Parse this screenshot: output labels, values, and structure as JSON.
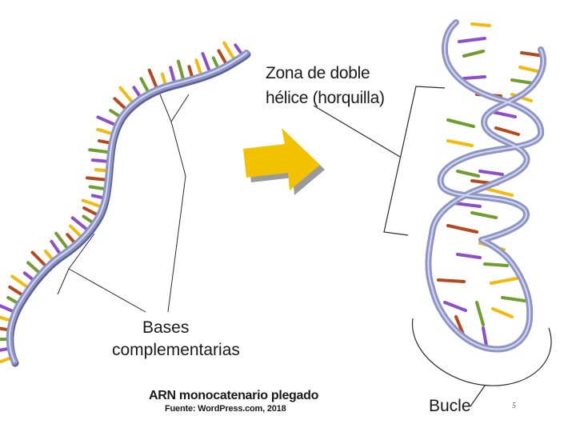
{
  "labels": {
    "zona_line1": "Zona de doble",
    "zona_line2": "hélice (horquilla)",
    "bases_line1": "Bases",
    "bases_line2": "complementarias",
    "caption": "ARN monocatenario plegado",
    "source": "Fuente: WordPress.com, 2018",
    "bucle": "Bucle",
    "page_number": "5"
  },
  "colors": {
    "backbone": "#8f96c6",
    "backbone_dark": "#5c6296",
    "arrow": "#f2c200",
    "arrow_shadow": "#9a9a9a",
    "bases": [
      "#f3b90c",
      "#8e4ec6",
      "#6f9e2e",
      "#b4491f"
    ],
    "pointer_lines": "#2b2b2b"
  },
  "icons": {
    "arrow": "transition-arrow-icon",
    "strand": "rna-single-strand",
    "hairpin": "rna-hairpin"
  }
}
